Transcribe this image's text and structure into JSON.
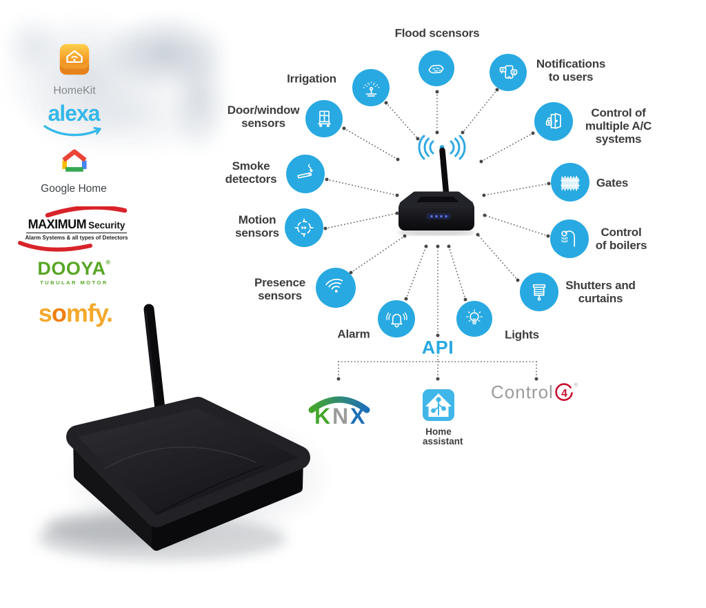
{
  "diagram": {
    "nodes": [
      {
        "id": "flood",
        "label": "Flood scensors"
      },
      {
        "id": "irrigation",
        "label": "Irrigation"
      },
      {
        "id": "notifications",
        "label": "Notifications\nto users"
      },
      {
        "id": "door-window",
        "label": "Door/window\nsensors"
      },
      {
        "id": "ac-control",
        "label": "Control of\nmultiple A/C\nsystems"
      },
      {
        "id": "smoke",
        "label": "Smoke\ndetectors"
      },
      {
        "id": "gates",
        "label": "Gates"
      },
      {
        "id": "motion",
        "label": "Motion\nsensors"
      },
      {
        "id": "boilers",
        "label": "Control\nof boilers"
      },
      {
        "id": "presence",
        "label": "Presence\nsensors"
      },
      {
        "id": "shutters",
        "label": "Shutters and\ncurtains"
      },
      {
        "id": "alarm",
        "label": "Alarm"
      },
      {
        "id": "lights",
        "label": "Lights"
      }
    ],
    "api_label": "API"
  },
  "integrations": {
    "knx": {
      "k": "K",
      "n": "N",
      "x": "X"
    },
    "home_assistant": {
      "label": "Home\nassistant"
    },
    "control4": {
      "control": "Control",
      "four": "4",
      "reg": "®"
    }
  },
  "partners": {
    "homekit": {
      "label": "HomeKit"
    },
    "alexa": {
      "label": "alexa"
    },
    "google_home": {
      "label": "Google Home"
    },
    "maximum_security": {
      "title": "MAXIMUM",
      "subtitle": "Security",
      "tagline": "Alarm Systems & all types of Detectors"
    },
    "dooya": {
      "label": "DOOYA",
      "reg": "®",
      "tagline": "TUBULAR MOTOR"
    },
    "somfy": {
      "s": "s",
      "o": "o",
      "rest": "mfy."
    }
  },
  "colors": {
    "node_blue": "#29A9E1",
    "api_blue": "#29A9E1",
    "label_gray": "#3C3C3C",
    "knx_green": "#44A62C",
    "knx_gray": "#9B9B9A",
    "knx_blue": "#1D6FB7",
    "ha_blue": "#41B6E8",
    "control4_red": "#C8102E",
    "control4_gray": "#9B9B9B",
    "alexa_blue": "#35B8E8",
    "dooya_green": "#58A625",
    "somfy_yellow": "#F4A92C",
    "somfy_orange": "#EE7F10",
    "maximum_red": "#D8232A"
  }
}
